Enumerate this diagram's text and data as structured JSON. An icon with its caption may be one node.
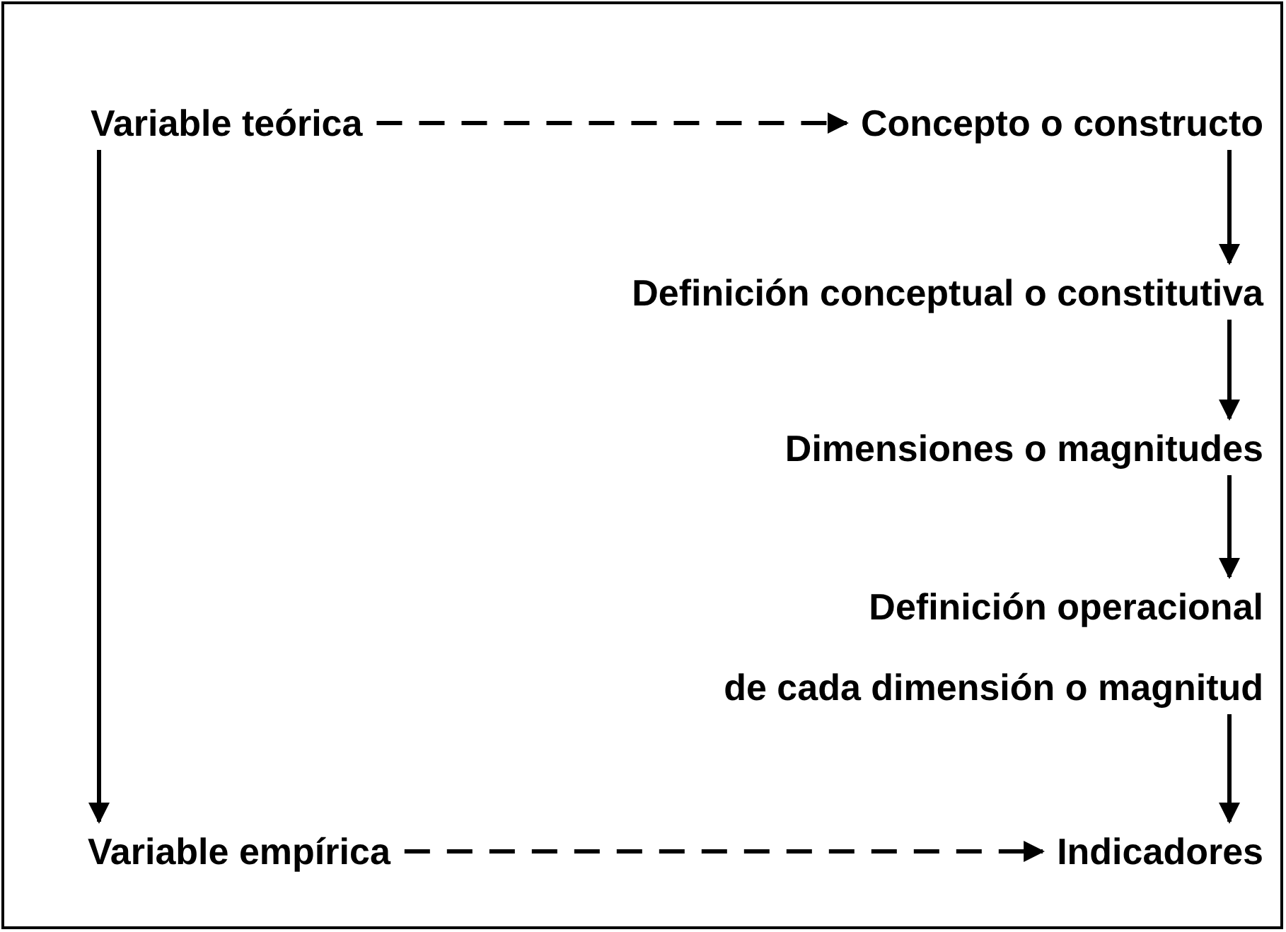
{
  "diagram": {
    "nodes": [
      {
        "text": [
          "Variable teórica"
        ]
      },
      {
        "text": [
          "Concepto o constructo"
        ]
      },
      {
        "text": [
          "Definición conceptual o constitutiva"
        ]
      },
      {
        "text": [
          "Dimensiones o magnitudes"
        ]
      },
      {
        "text": [
          "Definición operacional",
          "de cada dimensión o magnitud"
        ]
      },
      {
        "text": [
          "Variable empírica"
        ]
      },
      {
        "text": [
          "Indicadores"
        ]
      }
    ],
    "edges": [
      {
        "from": 0,
        "to": 1,
        "arrow": "to",
        "style": "dashed"
      },
      {
        "from": 1,
        "to": 2,
        "arrow": "to"
      },
      {
        "from": 2,
        "to": 3,
        "arrow": "to"
      },
      {
        "from": 3,
        "to": 4,
        "arrow": "to"
      },
      {
        "from": 4,
        "to": 6,
        "arrow": "to"
      },
      {
        "from": 0,
        "to": 5,
        "arrow": "to"
      },
      {
        "from": 5,
        "to": 6,
        "arrow": "to",
        "style": "dashed"
      }
    ]
  }
}
